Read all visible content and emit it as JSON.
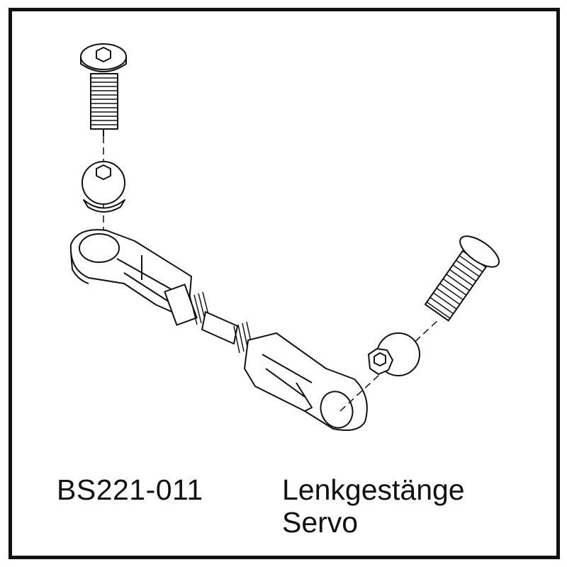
{
  "part_number": "BS221-011",
  "part_name": {
    "line1": "Lenkgestänge",
    "line2": "Servo"
  },
  "colors": {
    "line": "#111111",
    "background": "#ffffff"
  }
}
